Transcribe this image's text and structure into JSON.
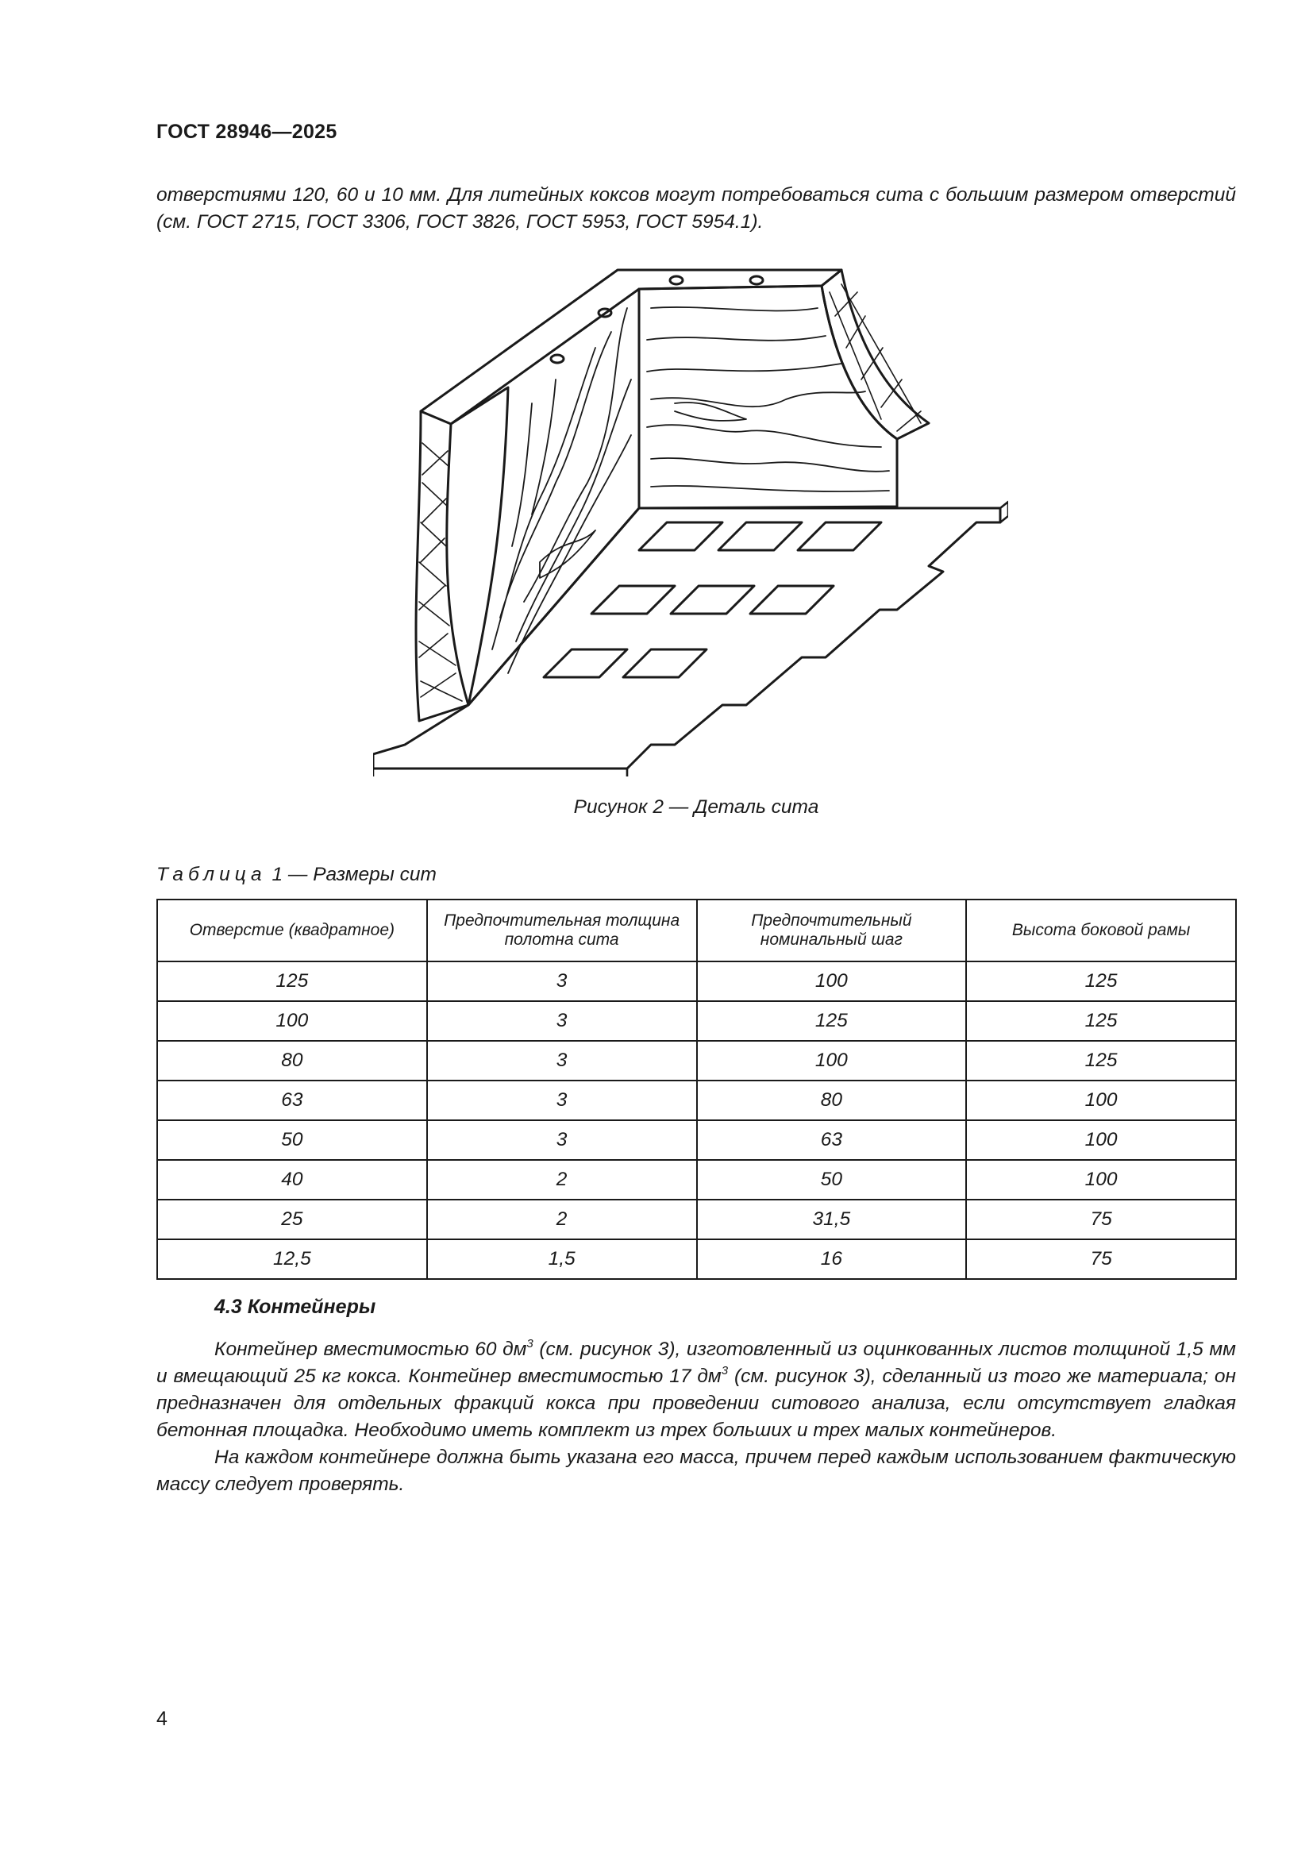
{
  "header": {
    "doc_code": "ГОСТ 28946—2025"
  },
  "intro": {
    "text": "отверстиями 120, 60 и 10 мм. Для литейных коксов могут потребоваться сита с большим размером отверстий (см. ГОСТ 2715, ГОСТ 3306, ГОСТ 3826, ГОСТ 5953, ГОСТ 5954.1)."
  },
  "figure": {
    "caption": "Рисунок 2 — Деталь сита"
  },
  "table": {
    "title_prefix": "Таблица",
    "title_rest": "1 — Размеры сит",
    "headers": [
      "Отверстие  (квадратное)",
      "Предпочтительная толщина полотна сита",
      "Предпочтительный номинальный шаг",
      "Высота боковой рамы"
    ],
    "rows": [
      [
        "125",
        "3",
        "100",
        "125"
      ],
      [
        "100",
        "3",
        "125",
        "125"
      ],
      [
        "80",
        "3",
        "100",
        "125"
      ],
      [
        "63",
        "3",
        "80",
        "100"
      ],
      [
        "50",
        "3",
        "63",
        "100"
      ],
      [
        "40",
        "2",
        "50",
        "100"
      ],
      [
        "25",
        "2",
        "31,5",
        "75"
      ],
      [
        "12,5",
        "1,5",
        "16",
        "75"
      ]
    ]
  },
  "section": {
    "heading": "4.3 Контейнеры",
    "p1_a": "Контейнер вместимостью 60 дм",
    "p1_sup1": "3",
    "p1_b": " (см. рисунок 3), изготовленный из оцинкованных листов толщиной 1,5 мм и вмещающий 25 кг кокса. Контейнер вместимостью 17 дм",
    "p1_sup2": "3",
    "p1_c": " (см. рисунок 3), сделанный из того же материала; он предназначен для отдельных фракций кокса при проведении ситового анализа, если отсутствует гладкая бетонная площадка. Необходимо иметь комплект из трех больших и трех малых контейнеров.",
    "p2": "На каждом контейнере должна быть указана его масса, причем перед каждым использованием фактическую массу следует проверять."
  },
  "footer": {
    "page_number": "4"
  }
}
